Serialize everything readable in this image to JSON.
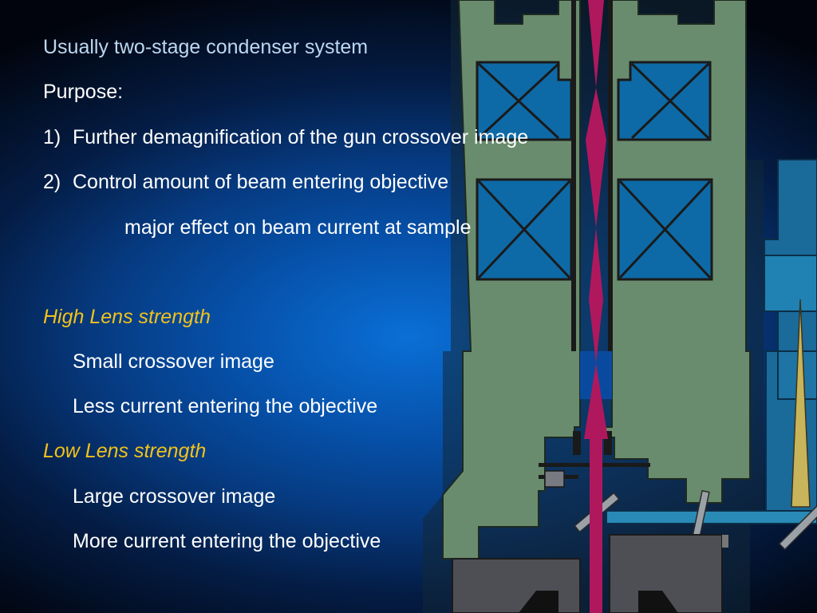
{
  "slide": {
    "intro": "Usually two-stage condenser system",
    "purpose_heading": "Purpose:",
    "items": [
      {
        "num": "1)",
        "text": "Further demagnification of the gun crossover image"
      },
      {
        "num": "2)",
        "text": "Control amount of beam entering objective"
      }
    ],
    "sub_note": "major effect on beam current at sample",
    "high": {
      "heading": "High Lens strength",
      "lines": [
        "Small crossover image",
        "Less current entering the objective"
      ]
    },
    "low": {
      "heading": "Low Lens strength",
      "lines": [
        "Large crossover image",
        "More current entering the objective"
      ]
    }
  },
  "colors": {
    "heading_accent": "#f2c21a",
    "intro_text": "#bcd8f0",
    "body_text": "#ffffff",
    "column_body": "#6a8c6e",
    "coil": "#0d6aa6",
    "beam": "#b0185e",
    "aperture_wedge": "#c8b45a",
    "sample_stage": "#4d4f55"
  }
}
